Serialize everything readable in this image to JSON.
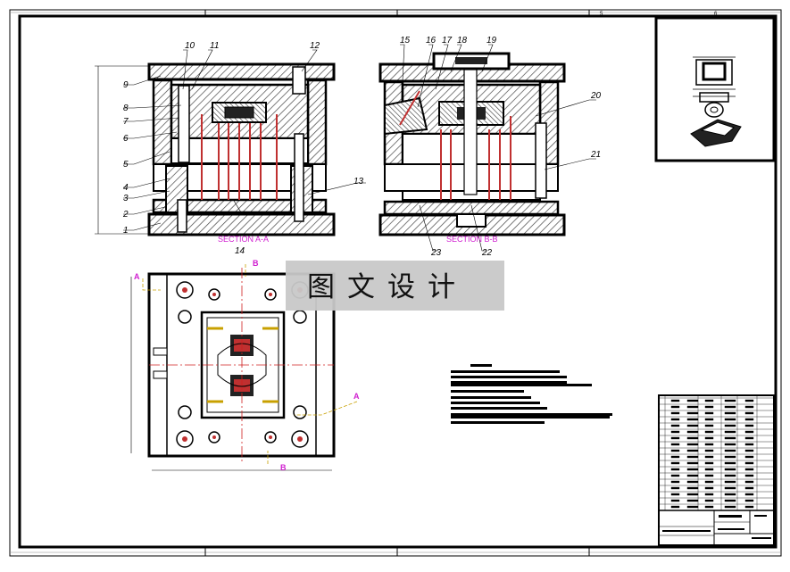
{
  "drawing": {
    "section_a_label": "SECTION A-A",
    "section_b_label": "SECTION B-B",
    "cut_markers": {
      "a": "A",
      "b": "B"
    },
    "callouts_a": [
      "1",
      "2",
      "3",
      "4",
      "5",
      "6",
      "7",
      "8",
      "9",
      "10",
      "11",
      "12",
      "13",
      "14"
    ],
    "callouts_b": [
      "15",
      "16",
      "17",
      "18",
      "19",
      "20",
      "21",
      "22",
      "23"
    ],
    "border_zone_numbers": [
      "5",
      "6"
    ]
  },
  "watermark": {
    "text": "图文设计"
  },
  "colors": {
    "line": "#000000",
    "hatch": "#555555",
    "pins": "#c03030",
    "section_label": "#d020d0",
    "watermark_bg": "#c8c8c8"
  }
}
